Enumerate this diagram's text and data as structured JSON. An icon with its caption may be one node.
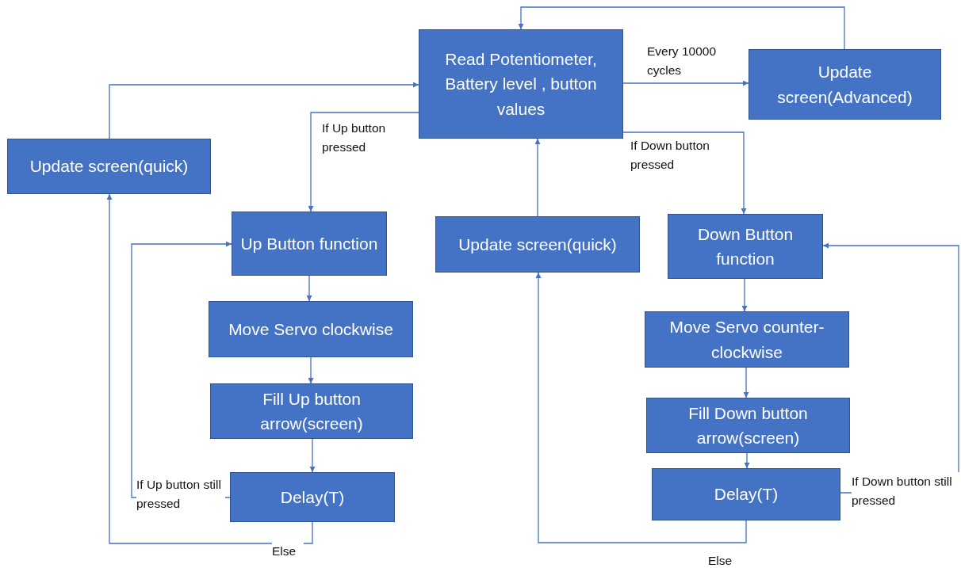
{
  "diagram": {
    "nodes": [
      {
        "text": [
          "Read Potentiometer, Battery level , button values"
        ]
      },
      {
        "text": [
          "Update screen(Advanced)"
        ]
      },
      {
        "text": [
          "Update screen(quick)"
        ]
      },
      {
        "text": [
          "Up Button function"
        ]
      },
      {
        "text": [
          "Update screen(quick)"
        ]
      },
      {
        "text": [
          "Down Button function"
        ]
      },
      {
        "text": [
          "Move Servo clockwise"
        ]
      },
      {
        "text": [
          "Move Servo counter-clockwise"
        ]
      },
      {
        "text": [
          "Fill Up button arrow(screen)"
        ]
      },
      {
        "text": [
          "Fill Down button arrow(screen)"
        ]
      },
      {
        "text": [
          "Delay(T)"
        ]
      },
      {
        "text": [
          "Delay(T)"
        ]
      }
    ],
    "edges": [
      {
        "from": 0,
        "to": 1,
        "arrow": "to",
        "label": "Every 10000 cycles"
      },
      {
        "from": 1,
        "to": 0,
        "arrow": "to"
      },
      {
        "from": 2,
        "to": 0,
        "arrow": "to"
      },
      {
        "from": 0,
        "to": 3,
        "arrow": "to",
        "label": "If Up button pressed"
      },
      {
        "from": 0,
        "to": 5,
        "arrow": "to",
        "label": "If Down button pressed"
      },
      {
        "from": 3,
        "to": 6,
        "arrow": "to"
      },
      {
        "from": 6,
        "to": 8,
        "arrow": "to"
      },
      {
        "from": 8,
        "to": 10,
        "arrow": "to"
      },
      {
        "from": 10,
        "to": 3,
        "arrow": "to",
        "label": "If Up button still pressed"
      },
      {
        "from": 10,
        "to": 2,
        "arrow": "to",
        "label": "Else"
      },
      {
        "from": 4,
        "to": 0,
        "arrow": "to"
      },
      {
        "from": 5,
        "to": 7,
        "arrow": "to"
      },
      {
        "from": 7,
        "to": 9,
        "arrow": "to"
      },
      {
        "from": 9,
        "to": 11,
        "arrow": "to"
      },
      {
        "from": 11,
        "to": 5,
        "arrow": "to",
        "label": "If Down button still pressed"
      },
      {
        "from": 11,
        "to": 4,
        "arrow": "to",
        "label": "Else"
      }
    ]
  }
}
